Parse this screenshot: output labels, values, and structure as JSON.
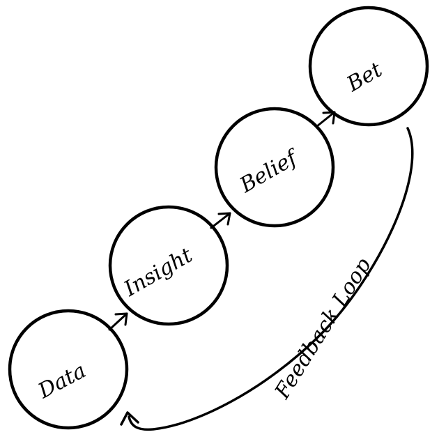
{
  "diagram": {
    "stages": [
      {
        "label": "Data"
      },
      {
        "label": "Insight"
      },
      {
        "label": "Belief"
      },
      {
        "label": "Bet"
      }
    ],
    "loop_label": "Feedback Loop",
    "stroke_color": "#000000",
    "background_color": "#ffffff"
  }
}
